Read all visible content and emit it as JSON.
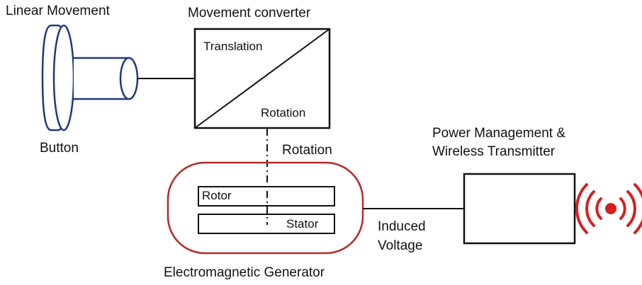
{
  "labels": {
    "linear_movement": "Linear Movement",
    "movement_converter": "Movement converter",
    "translation": "Translation",
    "rotation_inner": "Rotation",
    "button": "Button",
    "rotation_outer": "Rotation",
    "power_management_line1": "Power Management &",
    "power_management_line2": "Wireless Transmitter",
    "rotor": "Rotor",
    "stator": "Stator",
    "induced_line1": "Induced",
    "induced_line2": "Voltage",
    "electromagnetic_generator": "Electromagnetic Generator"
  },
  "colors": {
    "line": "#111111",
    "button_stroke": "#1f3a7a",
    "generator_stroke": "#b52a2a",
    "wireless_icon": "#d42020"
  },
  "icons": {
    "button": "push-button-icon",
    "wireless": "wireless-signal-icon"
  }
}
